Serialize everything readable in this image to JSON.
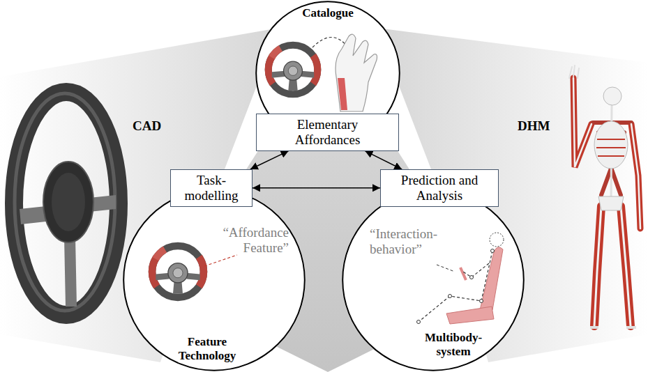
{
  "diagram": {
    "nodes": [
      {
        "text": [
          "Catalogue"
        ]
      },
      {
        "text": [
          "Elementary Affordances"
        ],
        "in": 0
      },
      {
        "text": [
          "“Affordance Feature”",
          "Feature Technology"
        ]
      },
      {
        "text": [
          "Task-modelling"
        ],
        "in": 2
      },
      {
        "text": [
          "“Interaction-behavior”",
          "Multibody-system"
        ]
      },
      {
        "text": [
          "Prediction and Analysis"
        ],
        "in": 4
      }
    ],
    "edges": [
      {
        "from": 1,
        "to": 3,
        "arrow": "both"
      },
      {
        "from": 1,
        "to": 5,
        "arrow": "both"
      },
      {
        "from": 3,
        "to": 5,
        "arrow": "both"
      }
    ],
    "labels": [
      "CAD",
      "DHM"
    ]
  }
}
